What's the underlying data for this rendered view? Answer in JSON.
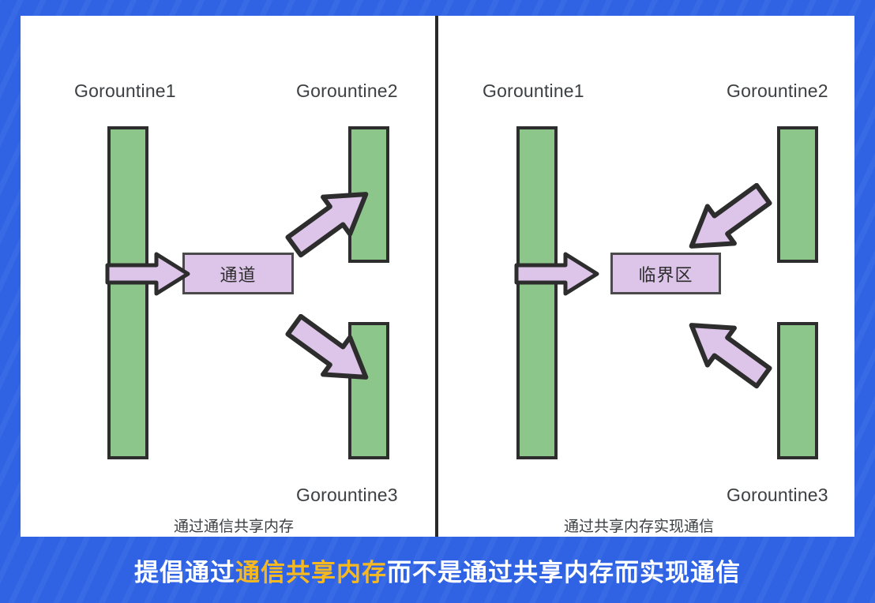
{
  "background": {
    "color": "#2f63e4",
    "card_color": "#ffffff"
  },
  "colors": {
    "blue": "#2f63e4",
    "green_bar": "#8cc68b",
    "bar_border": "#2d2d2d",
    "purple_fill": "#ddc4e9",
    "purple_border": "#4a4a4a",
    "text": "#3c4043",
    "highlight": "#f5b820"
  },
  "panels": [
    {
      "id": "left",
      "caption": "通过通信共享内存",
      "box_label": "通道",
      "labels": {
        "g1": "Gorountine1",
        "g2": "Gorountine2",
        "g3": "Gorountine3"
      },
      "arrows": [
        {
          "name": "arrow-g1-to-channel",
          "direction": "right"
        },
        {
          "name": "arrow-channel-to-g2",
          "direction": "up-right"
        },
        {
          "name": "arrow-channel-to-g3",
          "direction": "down-right"
        }
      ]
    },
    {
      "id": "right",
      "caption": "通过共享内存实现通信",
      "box_label": "临界区",
      "labels": {
        "g1": "Gorountine1",
        "g2": "Gorountine2",
        "g3": "Gorountine3"
      },
      "arrows": [
        {
          "name": "arrow-g1-to-critical",
          "direction": "right"
        },
        {
          "name": "arrow-g2-to-critical",
          "direction": "down-left"
        },
        {
          "name": "arrow-g3-to-critical",
          "direction": "up-left"
        }
      ]
    }
  ],
  "footer": {
    "prefix": "提倡通过",
    "highlight": "通信共享内存",
    "suffix": "而不是通过共享内存而实现通信",
    "full_text": "提倡通过通信共享内存而不是通过共享内存而实现通信"
  }
}
